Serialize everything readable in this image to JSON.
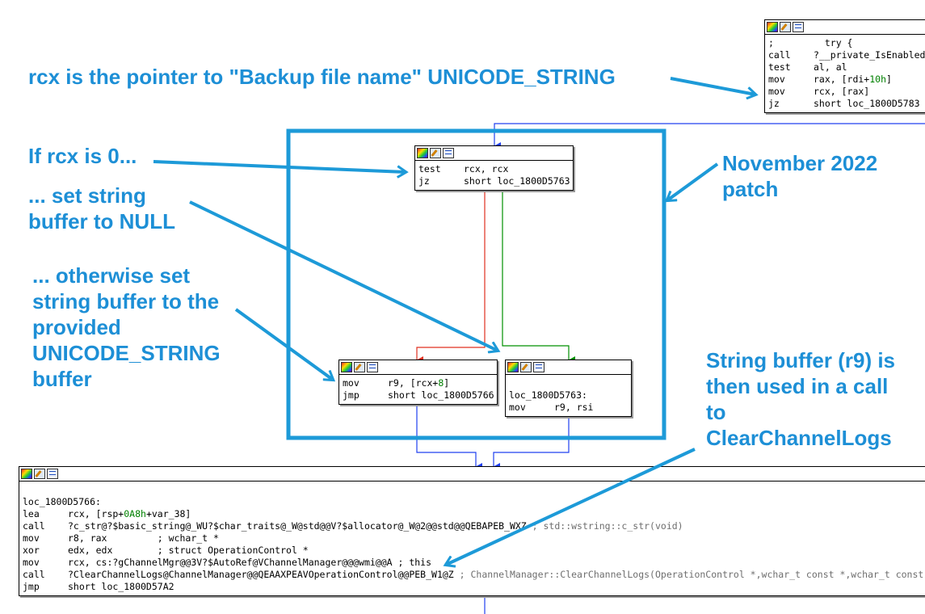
{
  "annotations": {
    "rcx_pointer": "rcx is the pointer to \"Backup file name\" UNICODE_STRING",
    "if_rcx_zero": "If rcx is 0...",
    "set_null": "... set string\nbuffer to NULL",
    "otherwise": "... otherwise set\nstring buffer to the\nprovided\nUNICODE_STRING\nbuffer",
    "patch": "November 2022\npatch",
    "string_buffer": "String buffer (r9) is\nthen used in a call\nto\nClearChannelLogs"
  },
  "colors": {
    "annotation": "#1d8fd6",
    "true_edge": "#e03020",
    "false_edge": "#009000",
    "flow_edge": "#2040f0"
  },
  "toolbar_icons": [
    "color-palette-icon",
    "rename-icon",
    "graph-overview-icon"
  ],
  "blocks": {
    "top": [
      {
        "op": ";",
        "args": "  try {"
      },
      {
        "op": "call",
        "args": "?__private_IsEnabled"
      },
      {
        "op": "test",
        "args": "al, al"
      },
      {
        "op": "mov",
        "args": "rax, [rdi+",
        "num": "10h",
        "tail": "]"
      },
      {
        "op": "mov",
        "args": "rcx, [rax]"
      },
      {
        "op": "jz",
        "args": "short loc_1800D5783"
      }
    ],
    "test": [
      {
        "op": "test",
        "args": "rcx, rcx"
      },
      {
        "op": "jz",
        "args": "short loc_1800D5763"
      }
    ],
    "left": [
      {
        "op": "mov",
        "args": "r9, [rcx+",
        "num": "8",
        "tail": "]"
      },
      {
        "op": "jmp",
        "args": "short loc_1800D5766"
      }
    ],
    "right": [
      {
        "raw": ""
      },
      {
        "raw": "loc_1800D5763:"
      },
      {
        "op": "mov",
        "args": "r9, rsi"
      }
    ],
    "bottom": [
      {
        "raw": ""
      },
      {
        "raw": "loc_1800D5766:"
      },
      {
        "op": "lea",
        "args": "rcx, [rsp+",
        "num": "0A8h",
        "tail": "+var_38]"
      },
      {
        "op": "call",
        "args": "?c_str@?$basic_string@_WU?$char_traits@_W@std@@V?$allocator@_W@2@@std@@QEBAPEB_WXZ",
        "comment": " ; std::wstring::c_str(void)"
      },
      {
        "op": "mov",
        "args": "r8, rax         ; wchar_t *"
      },
      {
        "op": "xor",
        "args": "edx, edx        ; struct OperationControl *"
      },
      {
        "op": "mov",
        "args": "rcx, cs:?gChannelMgr@@3V?$AutoRef@VChannelManager@@@wmi@@A ; this"
      },
      {
        "op": "call",
        "args": "?ClearChannelLogs@ChannelManager@@QEAAXPEAVOperationControl@@PEB_W1@Z",
        "comment": " ; ChannelManager::ClearChannelLogs(OperationControl *,wchar_t const *,wchar_t const *,OperationControl *)"
      },
      {
        "op": "jmp",
        "args": "short loc_1800D57A2"
      }
    ]
  }
}
